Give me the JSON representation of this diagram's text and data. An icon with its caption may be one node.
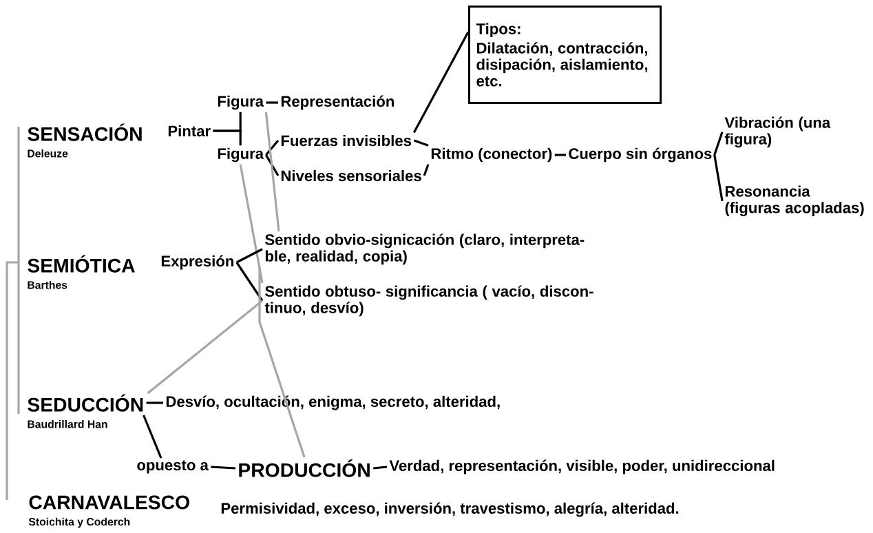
{
  "diagram": {
    "nodes": [
      {
        "text": [
          "SENSACIÓN",
          "Deleuze"
        ]
      },
      {
        "text": [
          "SEMIÓTICA",
          "Barthes"
        ]
      },
      {
        "text": [
          "SEDUCCIÓN",
          "Baudrillard Han"
        ]
      },
      {
        "text": [
          "CARNAVALESCO",
          "Stoichita y Coderch"
        ]
      },
      {
        "text": [
          "Pintar"
        ]
      },
      {
        "text": [
          "Figura"
        ]
      },
      {
        "text": [
          "Representación"
        ]
      },
      {
        "text": [
          "Figura"
        ]
      },
      {
        "text": [
          "Fuerzas invisibles"
        ]
      },
      {
        "text": [
          "Niveles sensoriales"
        ]
      },
      {
        "text": [
          "Ritmo (conector)"
        ]
      },
      {
        "text": [
          "Cuerpo sin órganos"
        ]
      },
      {
        "text": [
          "Vibración (una figura)"
        ]
      },
      {
        "text": [
          "Resonancia (figuras acopladas)"
        ]
      },
      {
        "text": [
          "Tipos:",
          "Dilatación, contracción, disipación, aislamiento, etc."
        ]
      },
      {
        "text": [
          "Expresión"
        ]
      },
      {
        "text": [
          "Sentido obvio-signicación (claro, interpreta- ble, realidad, copia)"
        ]
      },
      {
        "text": [
          "Sentido obtuso- significancia ( vacío, discon- tinuo, desvío)"
        ]
      },
      {
        "text": [
          "Desvío, ocultación, enigma, secreto, alteridad,"
        ]
      },
      {
        "text": [
          "opuesto a"
        ]
      },
      {
        "text": [
          "PRODUCCIÓN"
        ]
      },
      {
        "text": [
          "Verdad, representación, visible, poder, unidireccional"
        ]
      },
      {
        "text": [
          "Permisividad, exceso, inversión, travestismo, alegría, alteridad."
        ]
      }
    ],
    "edges": [
      {
        "from": 0,
        "to": 1,
        "arrow": "none",
        "color": "#a6a6a6"
      },
      {
        "from": 1,
        "to": 2,
        "arrow": "none",
        "color": "#a6a6a6"
      },
      {
        "from": 1,
        "to": 3,
        "arrow": "none",
        "color": "#a6a6a6"
      },
      {
        "from": 4,
        "to": 5,
        "arrow": "none"
      },
      {
        "from": 4,
        "to": 7,
        "arrow": "none"
      },
      {
        "from": 5,
        "to": 6,
        "arrow": "none"
      },
      {
        "from": 7,
        "to": 8,
        "arrow": "none"
      },
      {
        "from": 7,
        "to": 9,
        "arrow": "none"
      },
      {
        "from": 8,
        "to": 14,
        "arrow": "none"
      },
      {
        "from": 8,
        "to": 10,
        "arrow": "none"
      },
      {
        "from": 9,
        "to": 10,
        "arrow": "none"
      },
      {
        "from": 10,
        "to": 11,
        "arrow": "none"
      },
      {
        "from": 11,
        "to": 12,
        "arrow": "none"
      },
      {
        "from": 11,
        "to": 13,
        "arrow": "none"
      },
      {
        "from": 5,
        "to": 16,
        "arrow": "none",
        "color": "#a6a6a6"
      },
      {
        "from": 7,
        "to": 17,
        "arrow": "none",
        "color": "#a6a6a6"
      },
      {
        "from": 15,
        "to": 16,
        "arrow": "none"
      },
      {
        "from": 15,
        "to": 17,
        "arrow": "none"
      },
      {
        "from": 16,
        "to": 20,
        "arrow": "none",
        "color": "#a6a6a6"
      },
      {
        "from": 17,
        "to": 2,
        "arrow": "none",
        "color": "#a6a6a6"
      },
      {
        "from": 2,
        "to": 18,
        "arrow": "none"
      },
      {
        "from": 2,
        "to": 19,
        "arrow": "none"
      },
      {
        "from": 19,
        "to": 20,
        "arrow": "none"
      },
      {
        "from": 20,
        "to": 21,
        "arrow": "none"
      }
    ]
  }
}
